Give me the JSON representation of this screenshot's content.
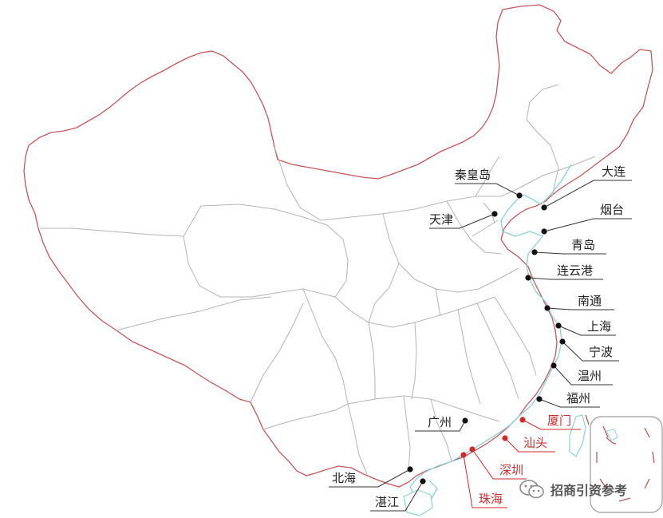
{
  "map": {
    "colors": {
      "border_outline": "#c0585d",
      "province_line": "#b4b4b4",
      "coastline": "#8fd3d8",
      "port_normal": "#111111",
      "port_sez": "#d02a2a",
      "label_normal": "#222222",
      "label_sez": "#c23030"
    },
    "ports": [
      {
        "id": "qinhuangdao",
        "label": "秦皇岛",
        "type": "normal"
      },
      {
        "id": "dalian",
        "label": "大连",
        "type": "normal"
      },
      {
        "id": "tianjin",
        "label": "天津",
        "type": "normal"
      },
      {
        "id": "yantai",
        "label": "烟台",
        "type": "normal"
      },
      {
        "id": "qingdao",
        "label": "青岛",
        "type": "normal"
      },
      {
        "id": "lianyungang",
        "label": "连云港",
        "type": "normal"
      },
      {
        "id": "nantong",
        "label": "南通",
        "type": "normal"
      },
      {
        "id": "shanghai",
        "label": "上海",
        "type": "normal"
      },
      {
        "id": "ningbo",
        "label": "宁波",
        "type": "normal"
      },
      {
        "id": "wenzhou",
        "label": "温州",
        "type": "normal"
      },
      {
        "id": "fuzhou",
        "label": "福州",
        "type": "normal"
      },
      {
        "id": "xiamen",
        "label": "厦门",
        "type": "sez"
      },
      {
        "id": "shantou",
        "label": "汕头",
        "type": "sez"
      },
      {
        "id": "guangzhou",
        "label": "广州",
        "type": "normal"
      },
      {
        "id": "shenzhen",
        "label": "深圳",
        "type": "sez"
      },
      {
        "id": "zhuhai",
        "label": "珠海",
        "type": "sez"
      },
      {
        "id": "beihai",
        "label": "北海",
        "type": "normal"
      },
      {
        "id": "zhanjiang",
        "label": "湛江",
        "type": "normal"
      }
    ]
  },
  "watermark": {
    "text": "招商引资参考",
    "icon": "wechat-icon"
  }
}
